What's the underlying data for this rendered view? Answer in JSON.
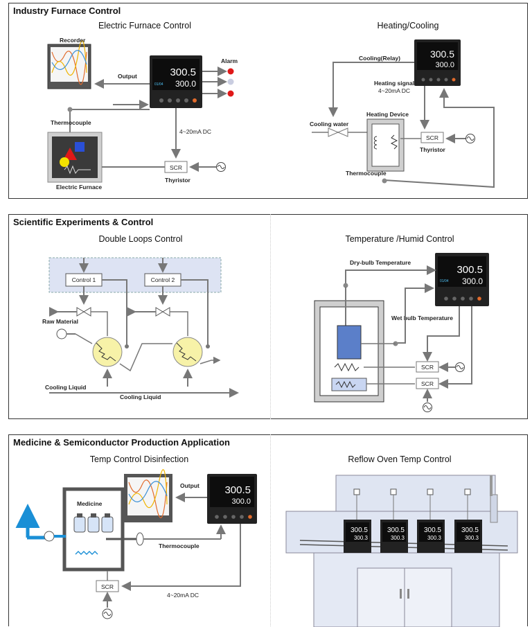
{
  "sections": [
    {
      "title": "Industry Furnace Control",
      "left": "Electric Furnace Control",
      "right": "Heating/Cooling"
    },
    {
      "title": "Scientific Experiments & Control",
      "left": "Double Loops Control",
      "right": "Temperature /Humid Control"
    },
    {
      "title": "Medicine & Semiconductor Production Application",
      "left": "Temp Control Disinfection",
      "right": "Reflow Oven Temp Control"
    }
  ],
  "controller": {
    "pv": "300.5",
    "sv": "300.0",
    "small": "01/04",
    "pv_alt": "300.5",
    "sv_alt": "300.3"
  },
  "labels": {
    "recorder": "Recorder",
    "output": "Output",
    "alarm": "Alarm",
    "thermocouple": "Thermocouple",
    "analog_signal": "4~20mA DC",
    "scr": "SCR",
    "thyristor": "Thyristor",
    "electric_furnace": "Electric Furnace",
    "cooling_relay": "Cooling(Relay)",
    "heating_signal": "Heating signal",
    "cooling_water": "Cooling water",
    "heating_device": "Heating Device",
    "control1": "Control 1",
    "control2": "Control 2",
    "raw_material": "Raw Material",
    "cooling_liquid": "Cooling Liquid",
    "dry_bulb": "Dry-bulb Temperature",
    "wet_bulb": "Wet bulb Temperature",
    "medicine": "Medicine"
  },
  "colors": {
    "accent_blue": "#1a8fd6",
    "panel_gray": "#888888",
    "alarm_red": "#e01818",
    "heater_yellow": "#f7f2a8",
    "screen_green": "#1aa84a"
  }
}
